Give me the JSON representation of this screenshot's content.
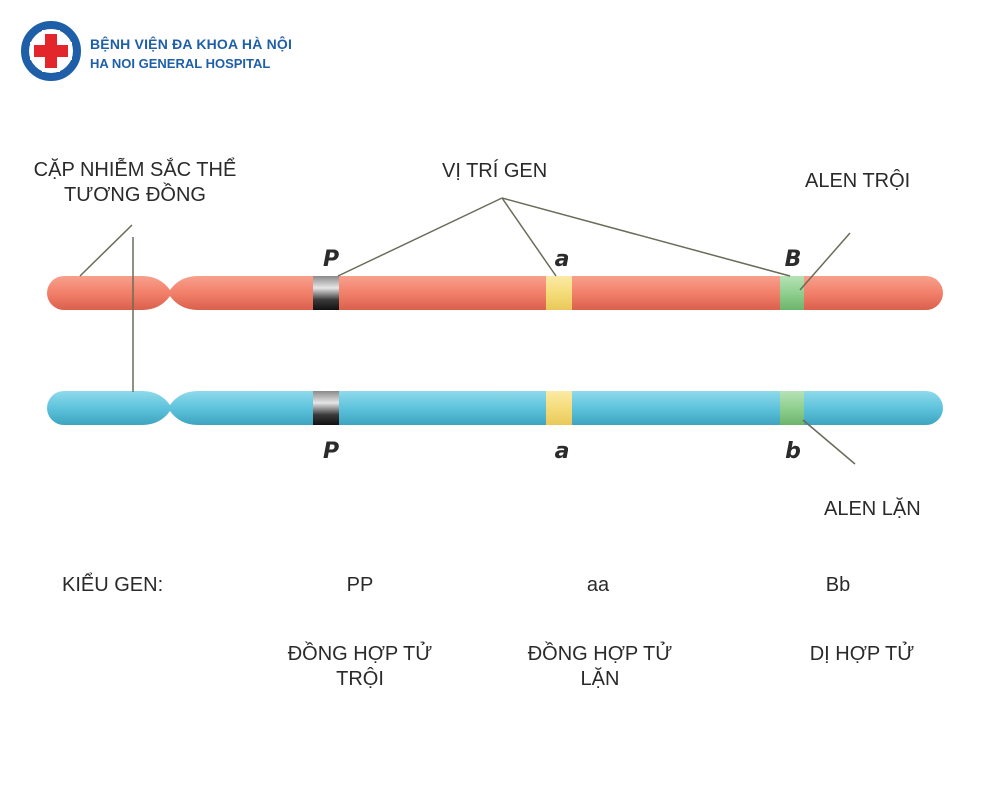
{
  "header": {
    "hospital_name_vi": "BỆNH VIỆN ĐA KHOA HÀ NỘI",
    "hospital_name_en": "HA NOI GENERAL HOSPITAL",
    "colors": {
      "brand_blue": "#1f5fa8",
      "brand_red": "#e2262c"
    }
  },
  "labels": {
    "homologous_line1": "CẶP NHIỄM SẮC THỂ",
    "homologous_line2": "TƯƠNG ĐỒNG",
    "gene_locus": "VỊ TRÍ GEN",
    "dominant_allele": "ALEN TRỘI",
    "recessive_allele": "ALEN LẶN"
  },
  "chromosomes": [
    {
      "color": "#f2806a",
      "alleles": [
        "P",
        "a",
        "B"
      ]
    },
    {
      "color": "#5ec3dc",
      "alleles": [
        "P",
        "a",
        "b"
      ]
    }
  ],
  "band_colors": {
    "P": "#3a3a3a",
    "a": "#f5dc7a",
    "b": "#8fcf8f"
  },
  "genotype": {
    "label": "KIỂU GEN:",
    "items": [
      {
        "genotype": "PP",
        "type_line1": "ĐỒNG HỢP TỬ",
        "type_line2": "TRỘI"
      },
      {
        "genotype": "aa",
        "type_line1": "ĐỒNG HỢP TỬ",
        "type_line2": "LẶN"
      },
      {
        "genotype": "Bb",
        "type_line1": "DỊ HỢP TỬ",
        "type_line2": ""
      }
    ]
  }
}
